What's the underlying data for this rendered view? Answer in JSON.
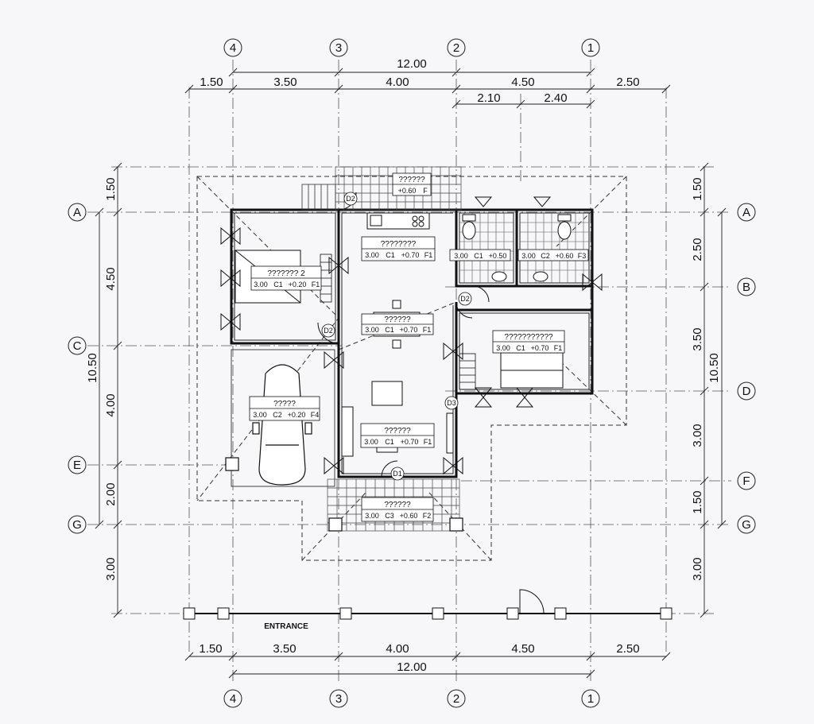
{
  "grid": {
    "cols": [
      "4",
      "3",
      "2",
      "1"
    ],
    "rows": [
      "A",
      "B",
      "C",
      "D",
      "E",
      "F",
      "G"
    ]
  },
  "dims": {
    "total_width": "12.00",
    "top_segments": [
      "1.50",
      "3.50",
      "4.00",
      "4.50",
      "2.50"
    ],
    "top_sub": [
      "2.10",
      "2.40"
    ],
    "bottom_segments": [
      "1.50",
      "3.50",
      "4.00",
      "4.50",
      "2.50"
    ],
    "total_depth": "10.50",
    "left_segments": [
      "1.50",
      "4.50",
      "4.00",
      "2.00",
      "3.00"
    ],
    "right_segments": [
      "1.50",
      "2.50",
      "3.50",
      "3.00",
      "1.50",
      "3.00"
    ]
  },
  "rooms": {
    "bed2": {
      "name": "??????? 2",
      "spec": [
        "3.00",
        "C1",
        "+0.20",
        "F1"
      ]
    },
    "kitchen": {
      "name": "????????",
      "spec": [
        "3.00",
        "C1",
        "+0.70",
        "F1"
      ]
    },
    "dining": {
      "name": "??????",
      "spec": [
        "3.00",
        "C1",
        "+0.70",
        "F1"
      ]
    },
    "master": {
      "name": "???????????",
      "spec": [
        "3.00",
        "C1",
        "+0.70",
        "F1"
      ]
    },
    "living": {
      "name": "??????",
      "spec": [
        "3.00",
        "C1",
        "+0.70",
        "F1"
      ]
    },
    "garage": {
      "name": "?????",
      "spec": [
        "3.00",
        "C2",
        "+0.20",
        "F4"
      ]
    },
    "porch": {
      "name": "??????",
      "spec": [
        "3.00",
        "C3",
        "+0.60",
        "F2"
      ]
    },
    "service": {
      "name": "??????",
      "spec": [
        "+0.60",
        "F"
      ]
    },
    "bath1": {
      "spec": [
        "3.00",
        "C1",
        "+0.50"
      ]
    },
    "bath2": {
      "spec": [
        "3.00",
        "C2",
        "+0.60",
        "F3"
      ]
    }
  },
  "labels": {
    "entrance": "ENTRANCE",
    "door_tags": [
      "D2",
      "D2",
      "D1",
      "D2",
      "D3"
    ]
  }
}
